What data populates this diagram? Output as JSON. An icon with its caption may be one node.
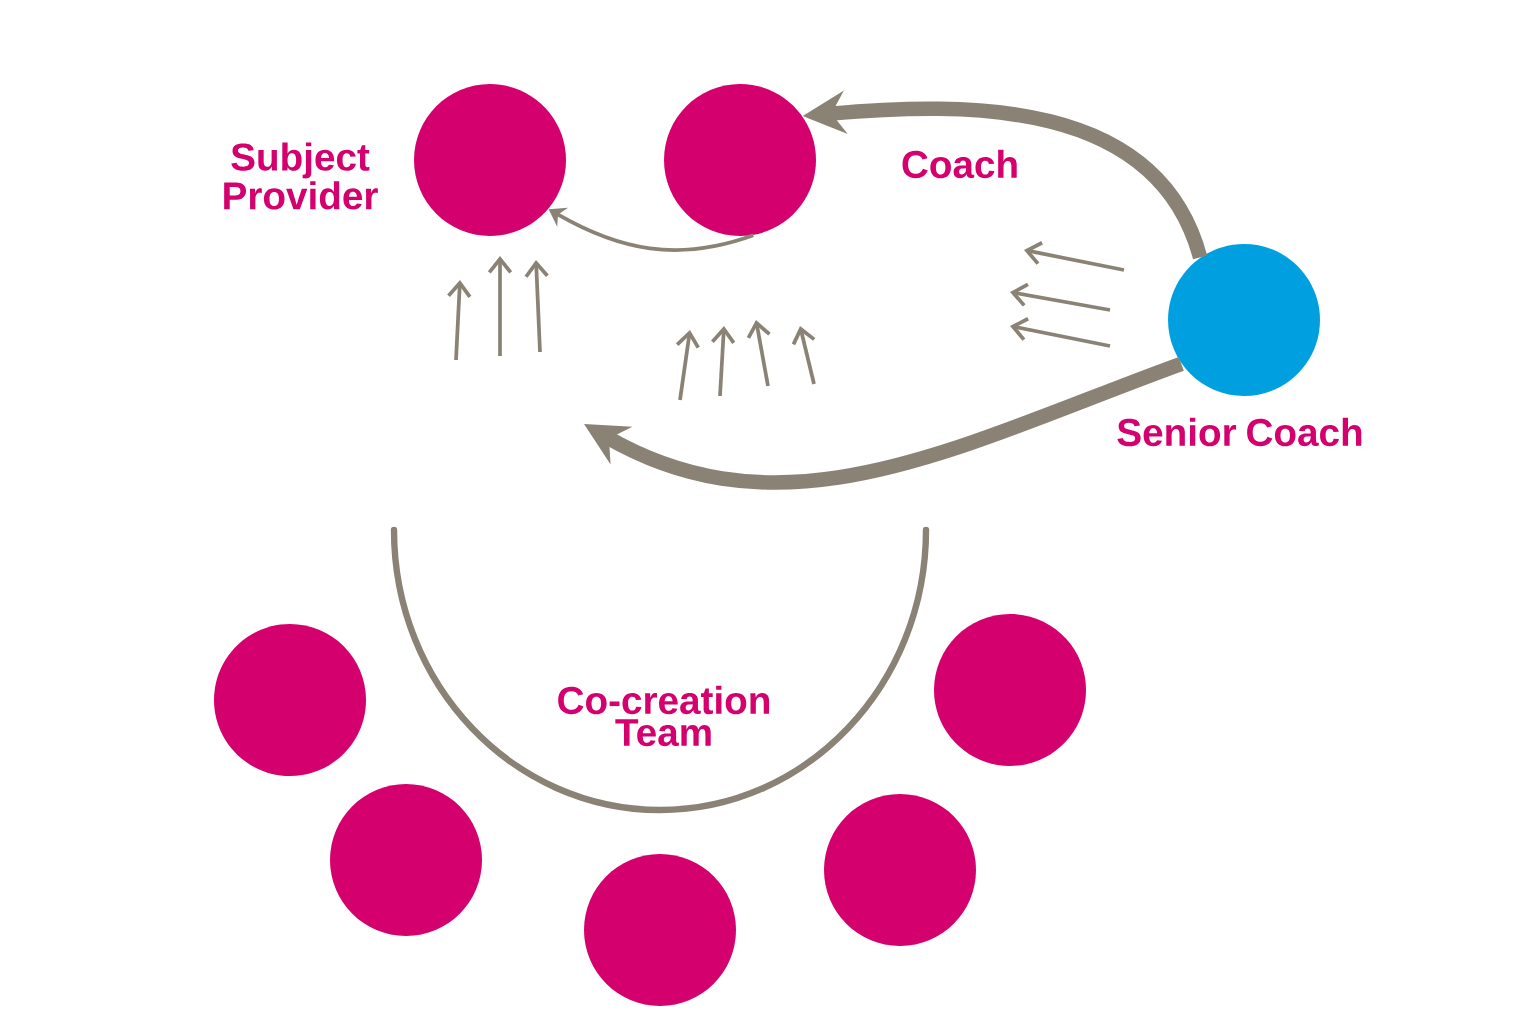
{
  "diagram": {
    "nodes": [
      {
        "text": [
          "Subject Provider"
        ]
      },
      {
        "text": [
          "Coach"
        ]
      },
      {
        "text": [
          "Senior Coach"
        ]
      },
      {
        "text": [
          "Co-creation Team"
        ]
      },
      {
        "text": [],
        "shape": "circle"
      },
      {
        "text": [],
        "shape": "circle"
      },
      {
        "text": [],
        "shape": "circle"
      },
      {
        "text": [],
        "shape": "circle"
      },
      {
        "text": [],
        "shape": "circle"
      }
    ],
    "edges": [
      {
        "from": 2,
        "to": 1,
        "arrow": "to"
      },
      {
        "from": 2,
        "to": null,
        "arrow": "to"
      },
      {
        "from": 1,
        "to": 0,
        "arrow": "to"
      }
    ]
  }
}
